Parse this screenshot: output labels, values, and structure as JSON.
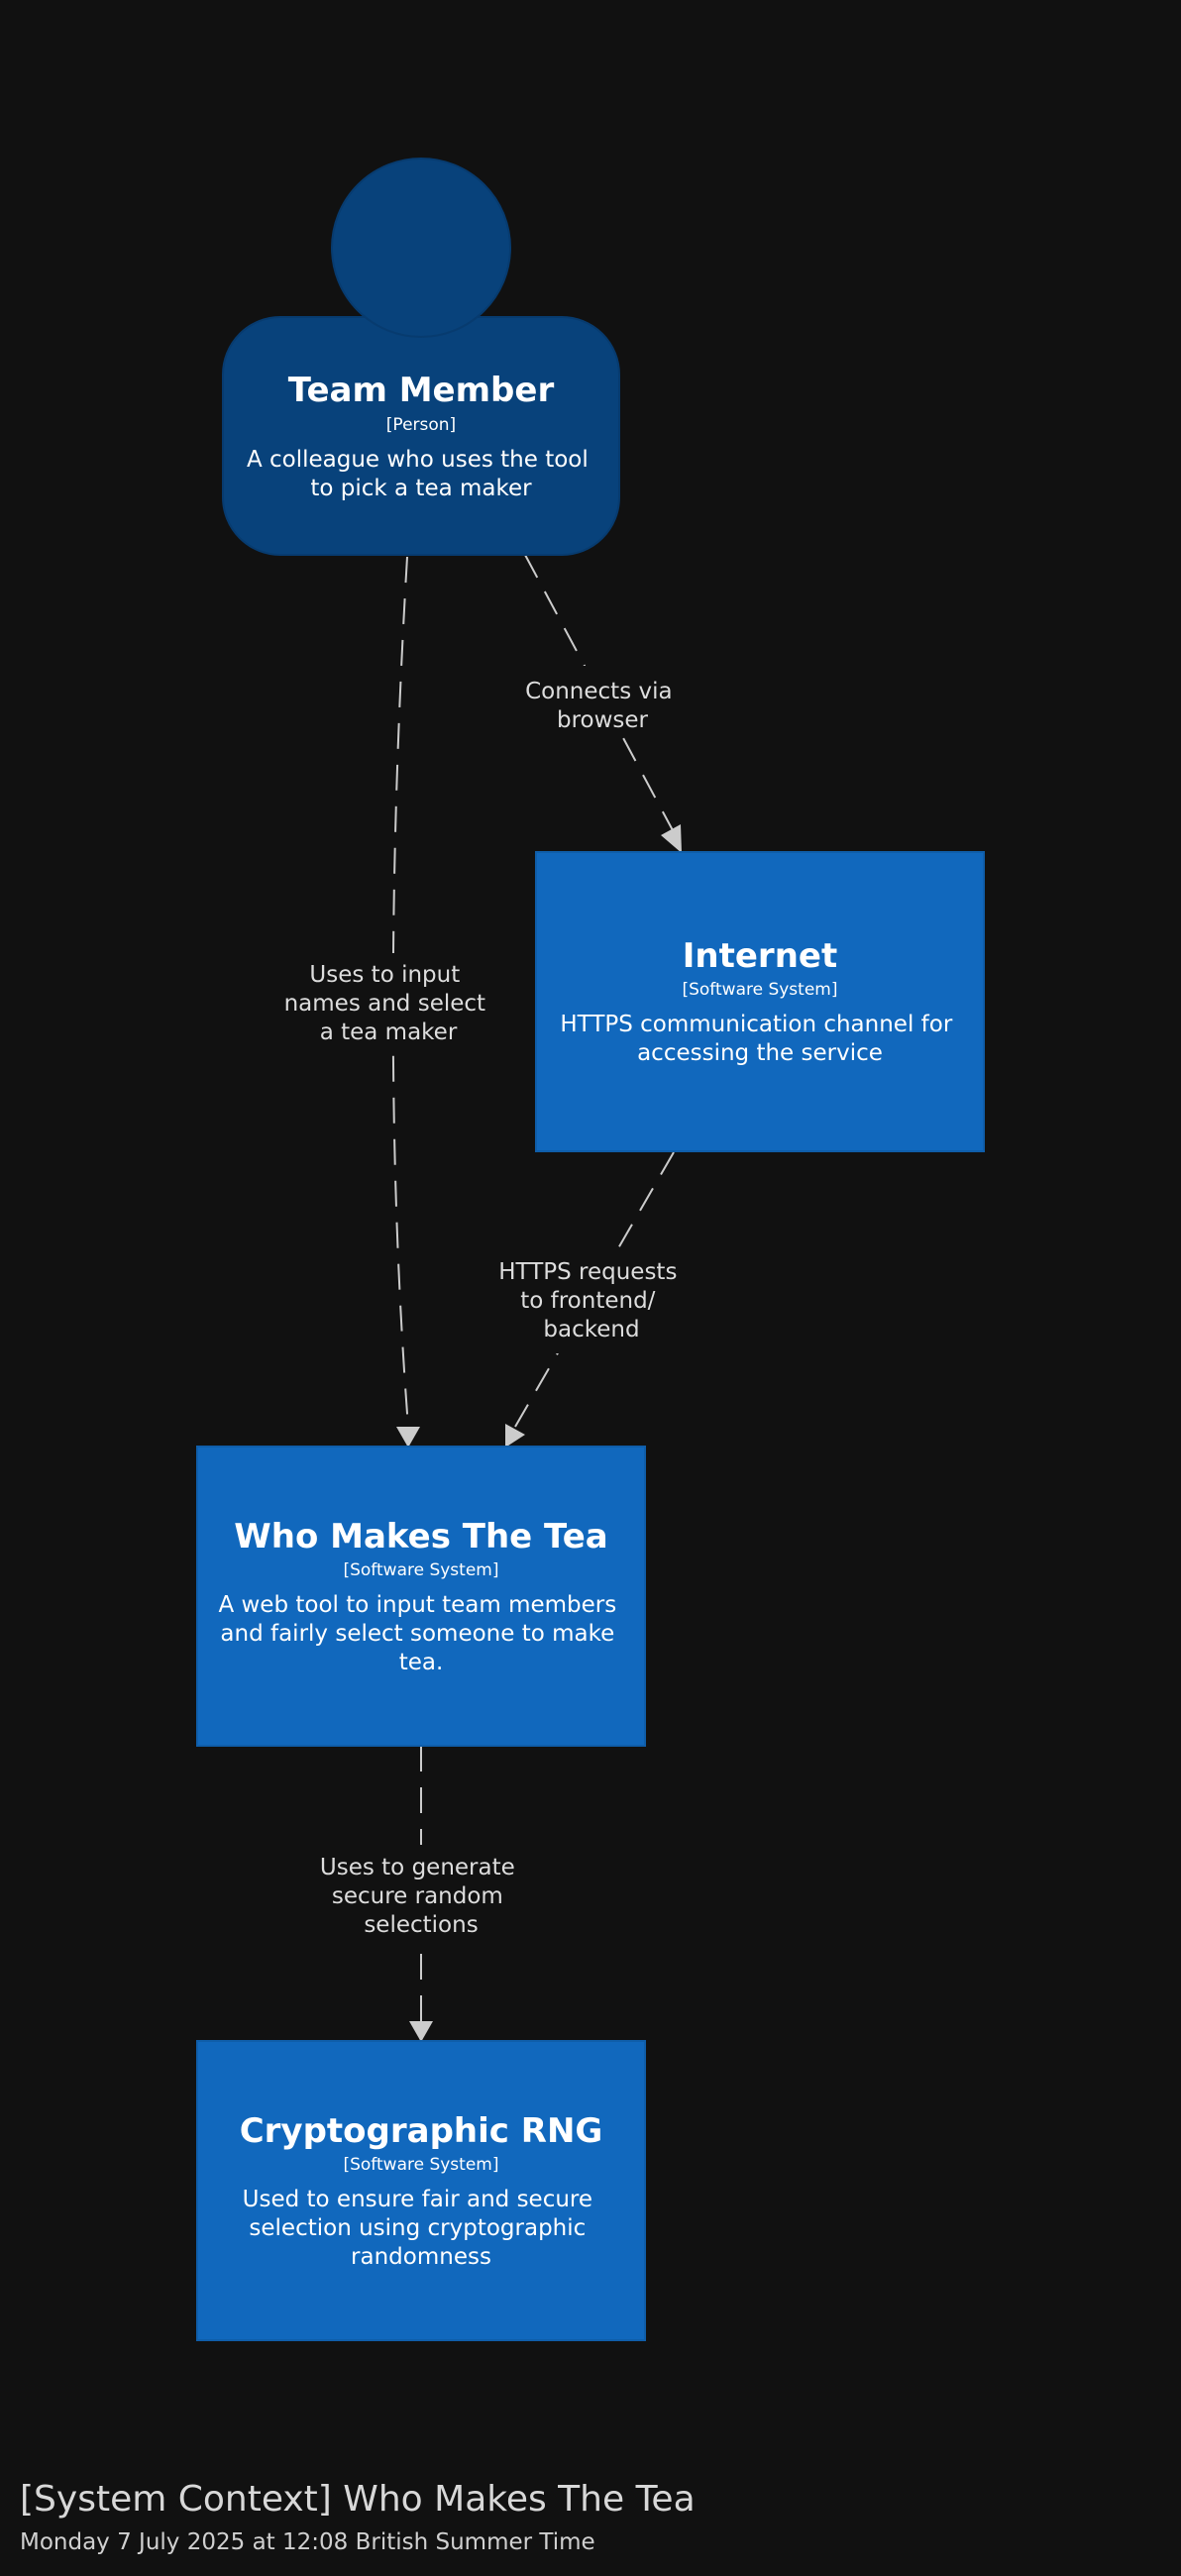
{
  "colors": {
    "background": "#111111",
    "person": "#08427b",
    "person_stroke": "#073b6f",
    "system": "#1168bd",
    "system_stroke": "#0f5eaa",
    "edge": "#cccccc",
    "text": "#ffffff"
  },
  "nodes": {
    "team_member": {
      "title": "Team Member",
      "type": "[Person]",
      "desc": [
        "A colleague who uses the tool",
        "to pick a tea maker"
      ]
    },
    "internet": {
      "title": "Internet",
      "type": "[Software System]",
      "desc": [
        "HTTPS communication channel for",
        "accessing the service"
      ]
    },
    "who_makes_tea": {
      "title": "Who Makes The Tea",
      "type": "[Software System]",
      "desc": [
        "A web tool to input team members",
        "and fairly select someone to make",
        "tea."
      ]
    },
    "crypto_rng": {
      "title": "Cryptographic RNG",
      "type": "[Software System]",
      "desc": [
        "Used to ensure fair and secure",
        "selection using cryptographic",
        "randomness"
      ]
    }
  },
  "edges": {
    "member_to_internet": {
      "label": [
        "Connects via",
        "browser"
      ]
    },
    "member_to_app": {
      "label": [
        "Uses to input",
        "names and select",
        "a tea maker"
      ]
    },
    "internet_to_app": {
      "label": [
        "HTTPS requests",
        "to frontend/",
        "backend"
      ]
    },
    "app_to_rng": {
      "label": [
        "Uses to generate",
        "secure random",
        "selections"
      ]
    }
  },
  "footer": {
    "title": "[System Context] Who Makes The Tea",
    "date": "Monday 7 July 2025 at 12:08 British Summer Time"
  }
}
